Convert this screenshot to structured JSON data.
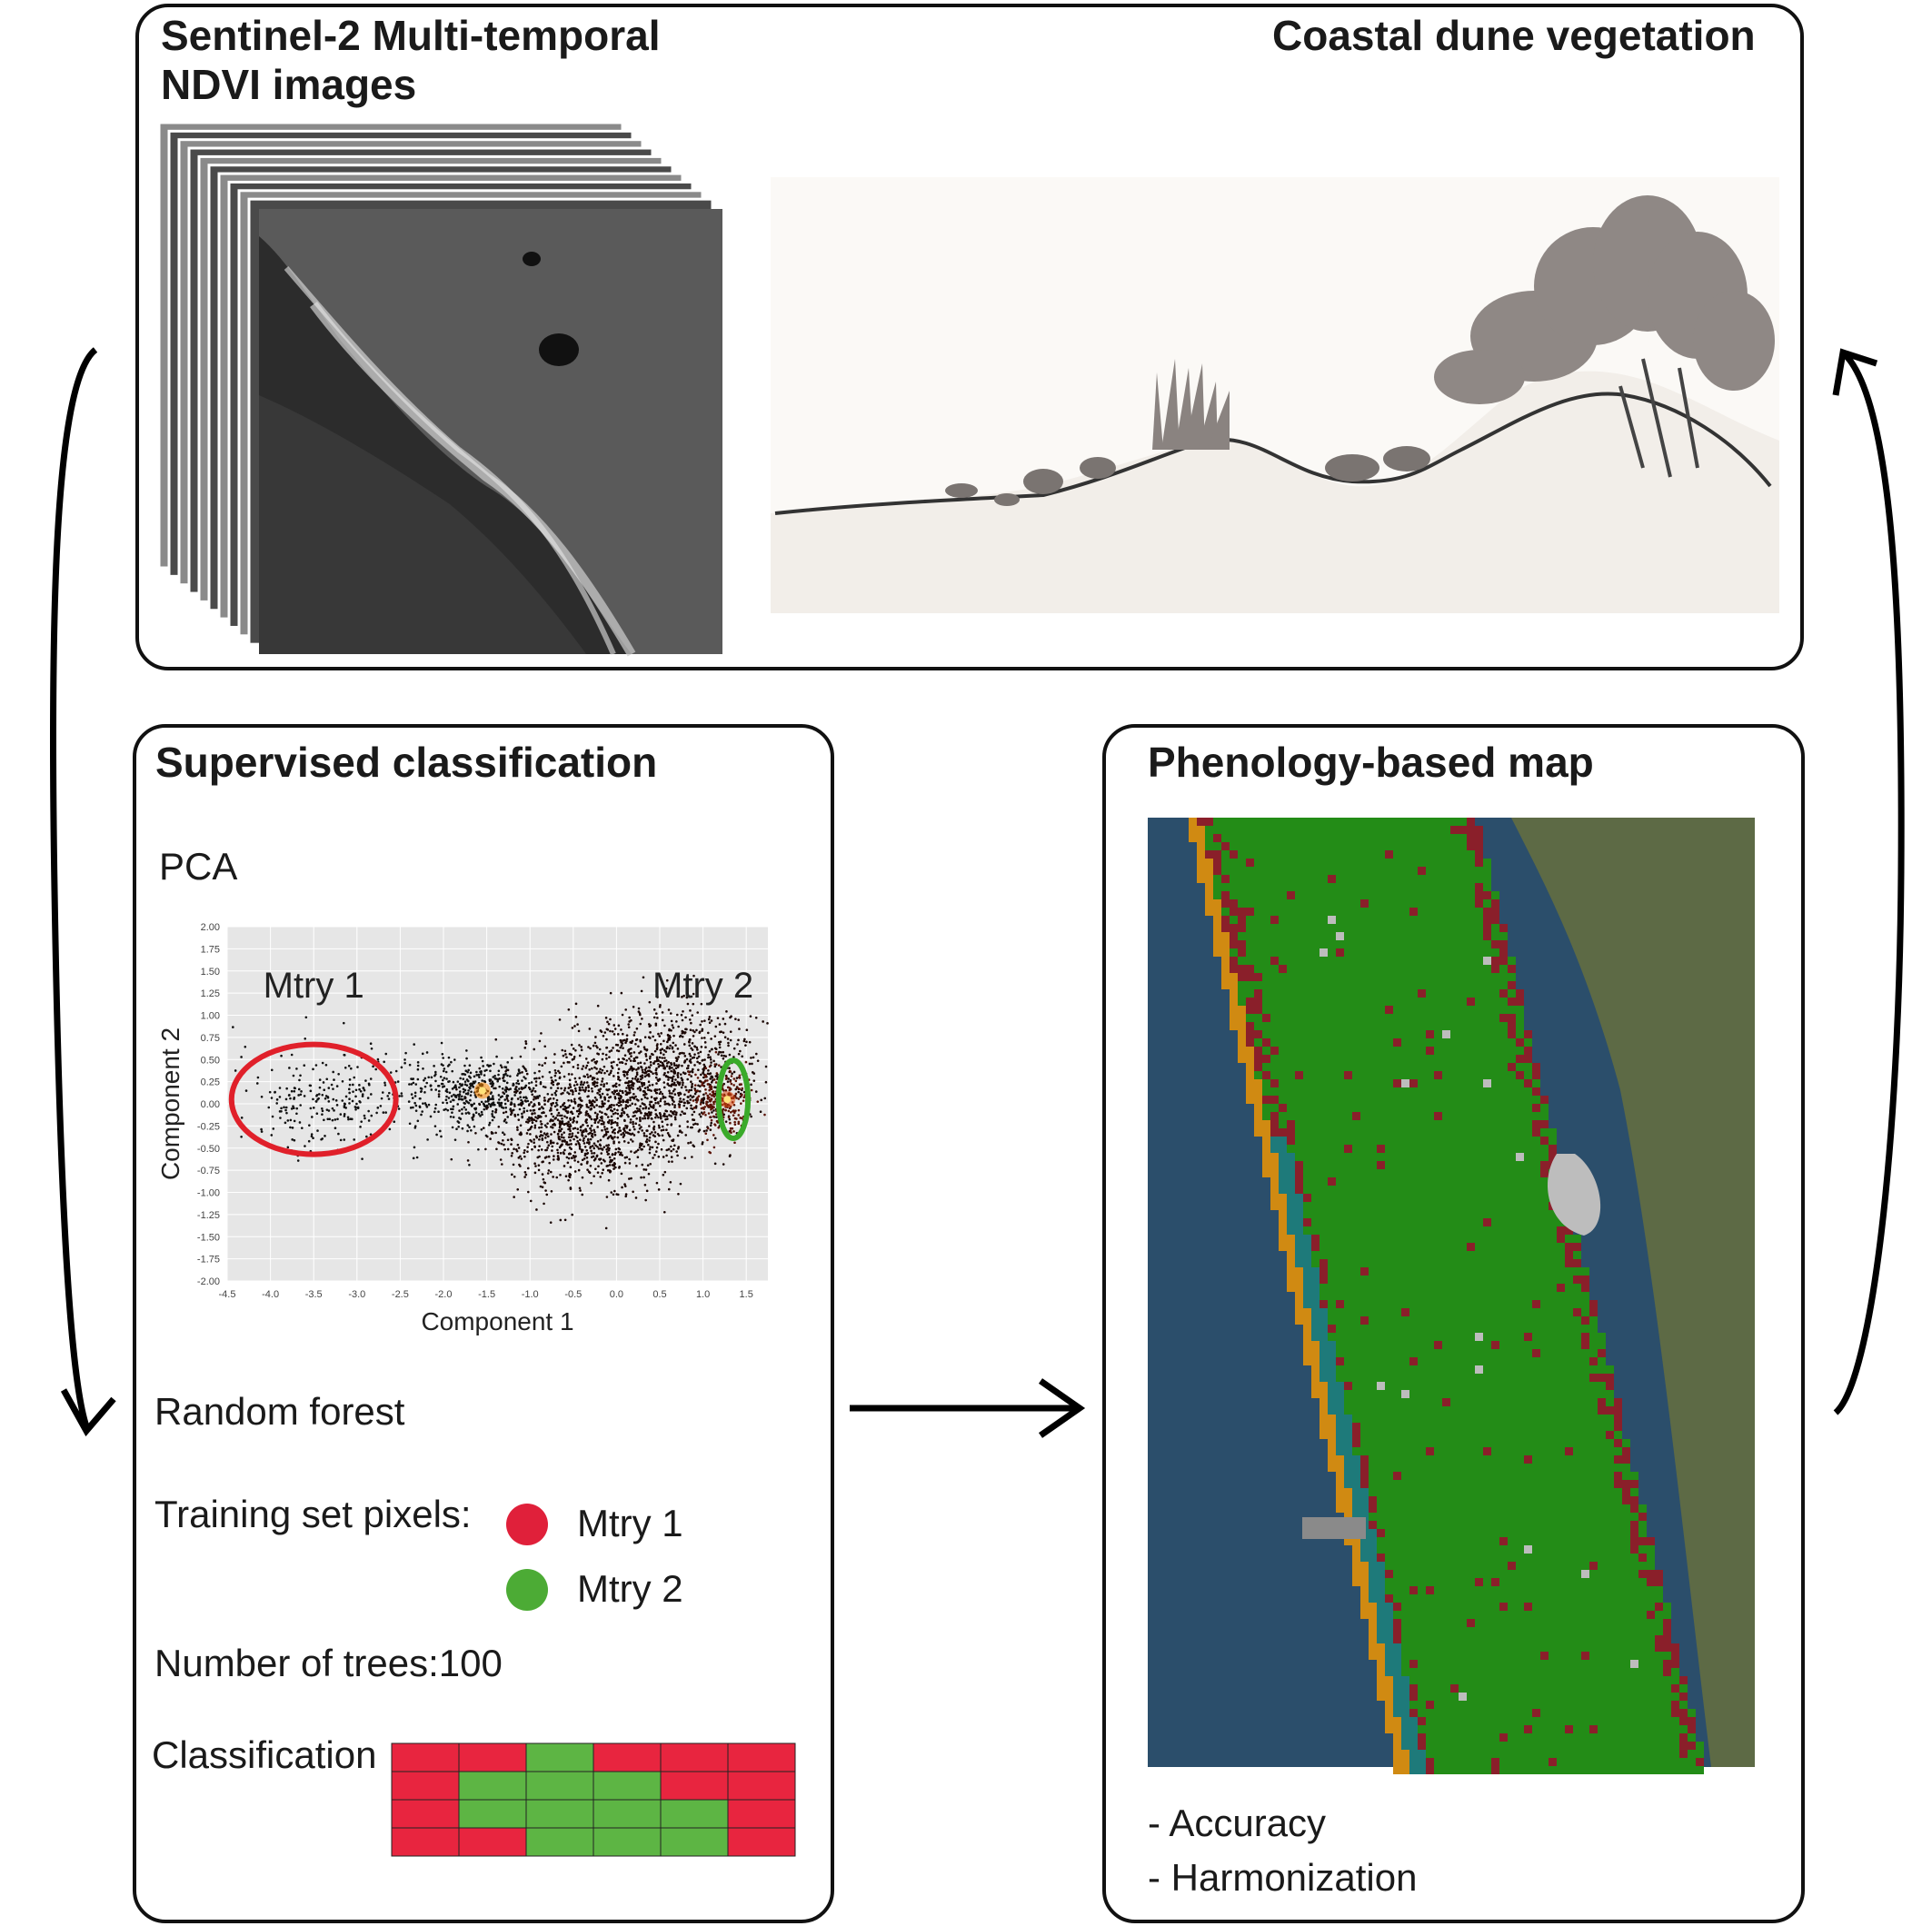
{
  "top_panel": {
    "left_title": "Sentinel-2 Multi-temporal\nNDVI images",
    "right_title": "Coastal dune vegetation"
  },
  "classification_panel": {
    "title": "Supervised classification",
    "pca_label": "PCA",
    "random_forest_label": "Random forest",
    "training_label": "Training set pixels:",
    "legend": [
      {
        "label": "Mtry 1",
        "color": "#e0203a"
      },
      {
        "label": "Mtry 2",
        "color": "#4cab35"
      }
    ],
    "trees_label": "Number of trees:100",
    "classification_label": "Classification",
    "grid_colors": {
      "R": "#e8253f",
      "G": "#5db544"
    },
    "grid": [
      [
        "R",
        "R",
        "G",
        "R",
        "R",
        "R"
      ],
      [
        "R",
        "G",
        "G",
        "G",
        "R",
        "R"
      ],
      [
        "R",
        "G",
        "G",
        "G",
        "G",
        "R"
      ],
      [
        "R",
        "R",
        "G",
        "G",
        "G",
        "R"
      ]
    ]
  },
  "chart_data": {
    "type": "scatter",
    "xlabel": "Component 1",
    "ylabel": "Component 2",
    "xlim": [
      -4.5,
      1.75
    ],
    "ylim": [
      -2.0,
      2.0
    ],
    "xticks": [
      "-4.5",
      "-4.0",
      "-3.5",
      "-3.0",
      "-2.5",
      "-2.0",
      "-1.5",
      "-1.0",
      "-0.5",
      "0.0",
      "0.5",
      "1.0",
      "1.5"
    ],
    "yticks": [
      "2.00",
      "1.75",
      "1.50",
      "1.25",
      "1.00",
      "0.75",
      "0.50",
      "0.25",
      "0.00",
      "-0.25",
      "-0.50",
      "-0.75",
      "-1.00",
      "-1.25",
      "-1.50",
      "-1.75",
      "-2.00"
    ],
    "annotations": [
      {
        "text": "Mtry 1",
        "x": -3.5,
        "y": 1.2,
        "ellipse_color": "#e0202a",
        "center": [
          -3.5,
          0.05
        ],
        "rx": 0.95,
        "ry": 0.62
      },
      {
        "text": "Mtry 2",
        "x": 1.0,
        "y": 1.2,
        "ellipse_color": "#3aaa2a",
        "center": [
          1.35,
          0.05
        ],
        "rx": 0.17,
        "ry": 0.44
      }
    ],
    "clusters": [
      {
        "cx": -3.3,
        "cy": 0.05,
        "sx": 0.55,
        "sy": 0.28,
        "n": 260,
        "color": "#111"
      },
      {
        "cx": -1.6,
        "cy": 0.12,
        "sx": 0.45,
        "sy": 0.2,
        "n": 500,
        "color": "#111"
      },
      {
        "cx": -0.3,
        "cy": -0.2,
        "sx": 0.55,
        "sy": 0.38,
        "n": 1200,
        "color": "#1a0603"
      },
      {
        "cx": 0.6,
        "cy": 0.35,
        "sx": 0.5,
        "sy": 0.38,
        "n": 900,
        "color": "#1a0603"
      },
      {
        "cx": 1.2,
        "cy": 0.05,
        "sx": 0.15,
        "sy": 0.18,
        "n": 260,
        "color": "#5a1205"
      }
    ],
    "hotspots": [
      {
        "x": -1.55,
        "y": 0.15,
        "color": "#ff8800"
      },
      {
        "x": 1.28,
        "y": 0.05,
        "color": "#e04a10"
      }
    ]
  },
  "map_panel": {
    "title": "Phenology-based map",
    "notes": [
      "- Accuracy",
      "- Harmonization"
    ],
    "colors": {
      "sea": "#2b4e6b",
      "land": "#5d6a45",
      "green": "#238c17",
      "maroon": "#8a1f2a",
      "teal": "#1e7a7a",
      "orange": "#d08a12",
      "gray": "#bdbdbd"
    }
  }
}
